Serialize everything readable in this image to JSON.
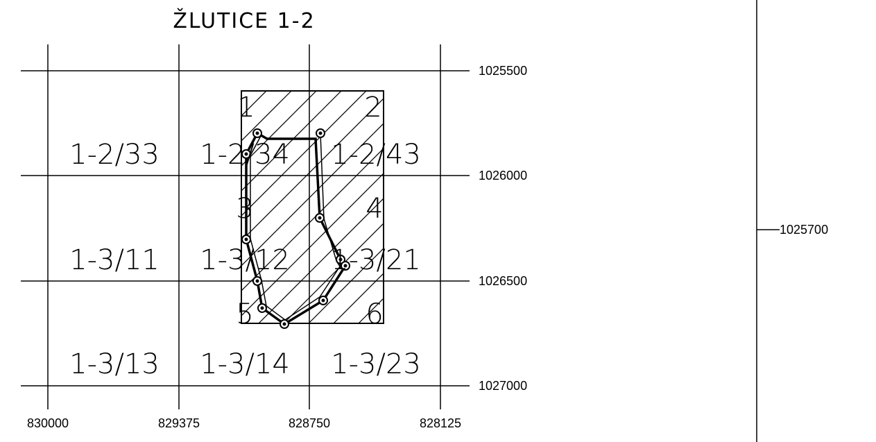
{
  "map": {
    "title": "ŽLUTICE 1-2",
    "x_labels": [
      "830000",
      "829375",
      "828750",
      "828125"
    ],
    "y_labels": [
      "1025500",
      "1026000",
      "1026500",
      "1027000"
    ],
    "side_label": "1025700",
    "cells": [
      [
        "1-2/33",
        "1-2/34",
        "1-2/43"
      ],
      [
        "1-3/11",
        "1-3/12",
        "1-3/21"
      ],
      [
        "1-3/13",
        "1-3/14",
        "1-3/23"
      ]
    ],
    "corner_labels": [
      "1",
      "2",
      "3",
      "4",
      "5",
      "6"
    ],
    "colors": {
      "ink": "#000000",
      "paper": "#ffffff"
    }
  }
}
